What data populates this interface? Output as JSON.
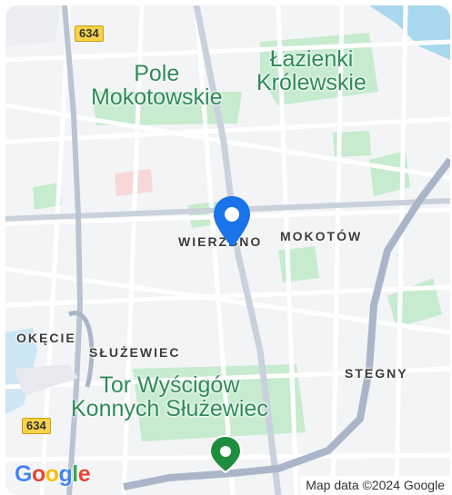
{
  "map": {
    "parks": [
      {
        "name_line1": "Pole",
        "name_line2": "Mokotowskie"
      },
      {
        "name_line1": "Łazienki",
        "name_line2": "Królewskie"
      },
      {
        "name_line1": "Tor Wyścigów",
        "name_line2": "Konnych Służewiec"
      }
    ],
    "districts": [
      "WIERZBNO",
      "MOKOTÓW",
      "OKĘCIE",
      "SŁUŻEWIEC",
      "STEGNY"
    ],
    "road_shields": [
      "634",
      "634"
    ],
    "attribution": "Map data ©2024 Google",
    "logo": {
      "letters": [
        "G",
        "o",
        "o",
        "g",
        "l",
        "e"
      ]
    }
  },
  "colors": {
    "land": "#f3f4f6",
    "park": "#c6ebcf",
    "water": "#a8d8ef",
    "road": "#ffffff",
    "highway": "#aab6c8",
    "pin_blue": "#1a73e8",
    "pin_green": "#1e8e3e"
  }
}
